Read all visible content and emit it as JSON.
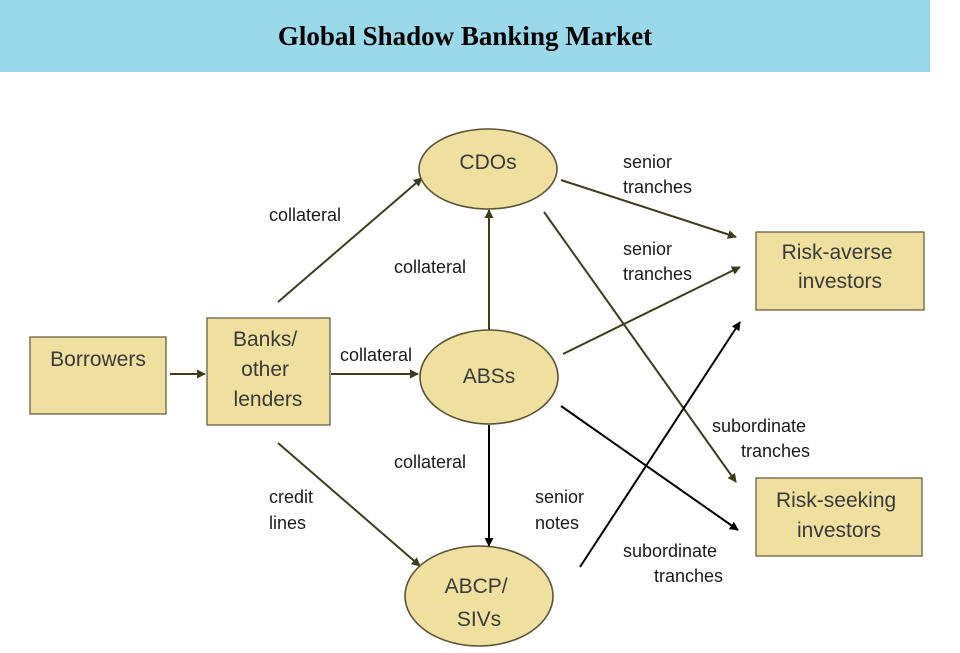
{
  "title": "Global Shadow Banking Market",
  "nodes": {
    "borrowers": [
      "Borrowers"
    ],
    "banks": [
      "Banks/",
      "other",
      "lenders"
    ],
    "cdos": [
      "CDOs"
    ],
    "absS": [
      "ABSs"
    ],
    "abcp": [
      "ABCP/",
      "SIVs"
    ],
    "risk_averse": [
      "Risk-averse",
      "investors"
    ],
    "risk_seeking": [
      "Risk-seeking",
      "investors"
    ]
  },
  "edge_labels": {
    "banks_cdos": [
      "collateral"
    ],
    "banks_abs": [
      "collateral"
    ],
    "abs_cdos": [
      "collateral"
    ],
    "abs_abcp": [
      "collateral"
    ],
    "banks_abcp": [
      "credit",
      "lines"
    ],
    "cdos_averse": [
      "senior",
      "tranches"
    ],
    "abs_averse": [
      "senior",
      "tranches"
    ],
    "cdos_seeking": [
      "subordinate",
      "tranches"
    ],
    "abcp_averse": [
      "senior",
      "notes"
    ],
    "abs_seeking": [
      "subordinate",
      "tranches"
    ]
  },
  "colors": {
    "header_bg": "#9ad9ea",
    "node_fill": "#efe0a0",
    "arrow_olive": "#3d3d1e",
    "arrow_black": "#000000"
  }
}
